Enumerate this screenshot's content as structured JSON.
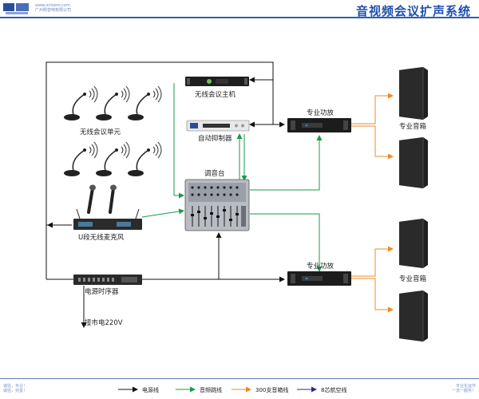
{
  "header": {
    "title": "音视频会议扩声系统",
    "logo_url": "www.ocloom.com",
    "logo_company": "广州熙音响有限公司"
  },
  "labels": {
    "wireless_units": "无线会议单元",
    "wireless_host": "无线会议主机",
    "suppressor": "自动抑制器",
    "mixer": "调音台",
    "amp_top": "专业功放",
    "amp_bottom": "专业功放",
    "speakers_top": "专业音箱",
    "speakers_bottom": "专业音箱",
    "uhf_mic": "U段无线麦克风",
    "sequencer": "电源时序器",
    "mains": "接市电220V"
  },
  "legend": [
    {
      "label": "电源线",
      "color": "#111111"
    },
    {
      "label": "音频跳线",
      "color": "#1a9a4a"
    },
    {
      "label": "300支音箱线",
      "color": "#f08a24"
    },
    {
      "label": "8芯航空线",
      "color": "#2a2a8a"
    }
  ],
  "footer": {
    "left_line1": "诚信，专业！",
    "left_line2": "诚信，完善！",
    "right_line1": "专业化运作",
    "right_line2": "一流一服务！"
  }
}
